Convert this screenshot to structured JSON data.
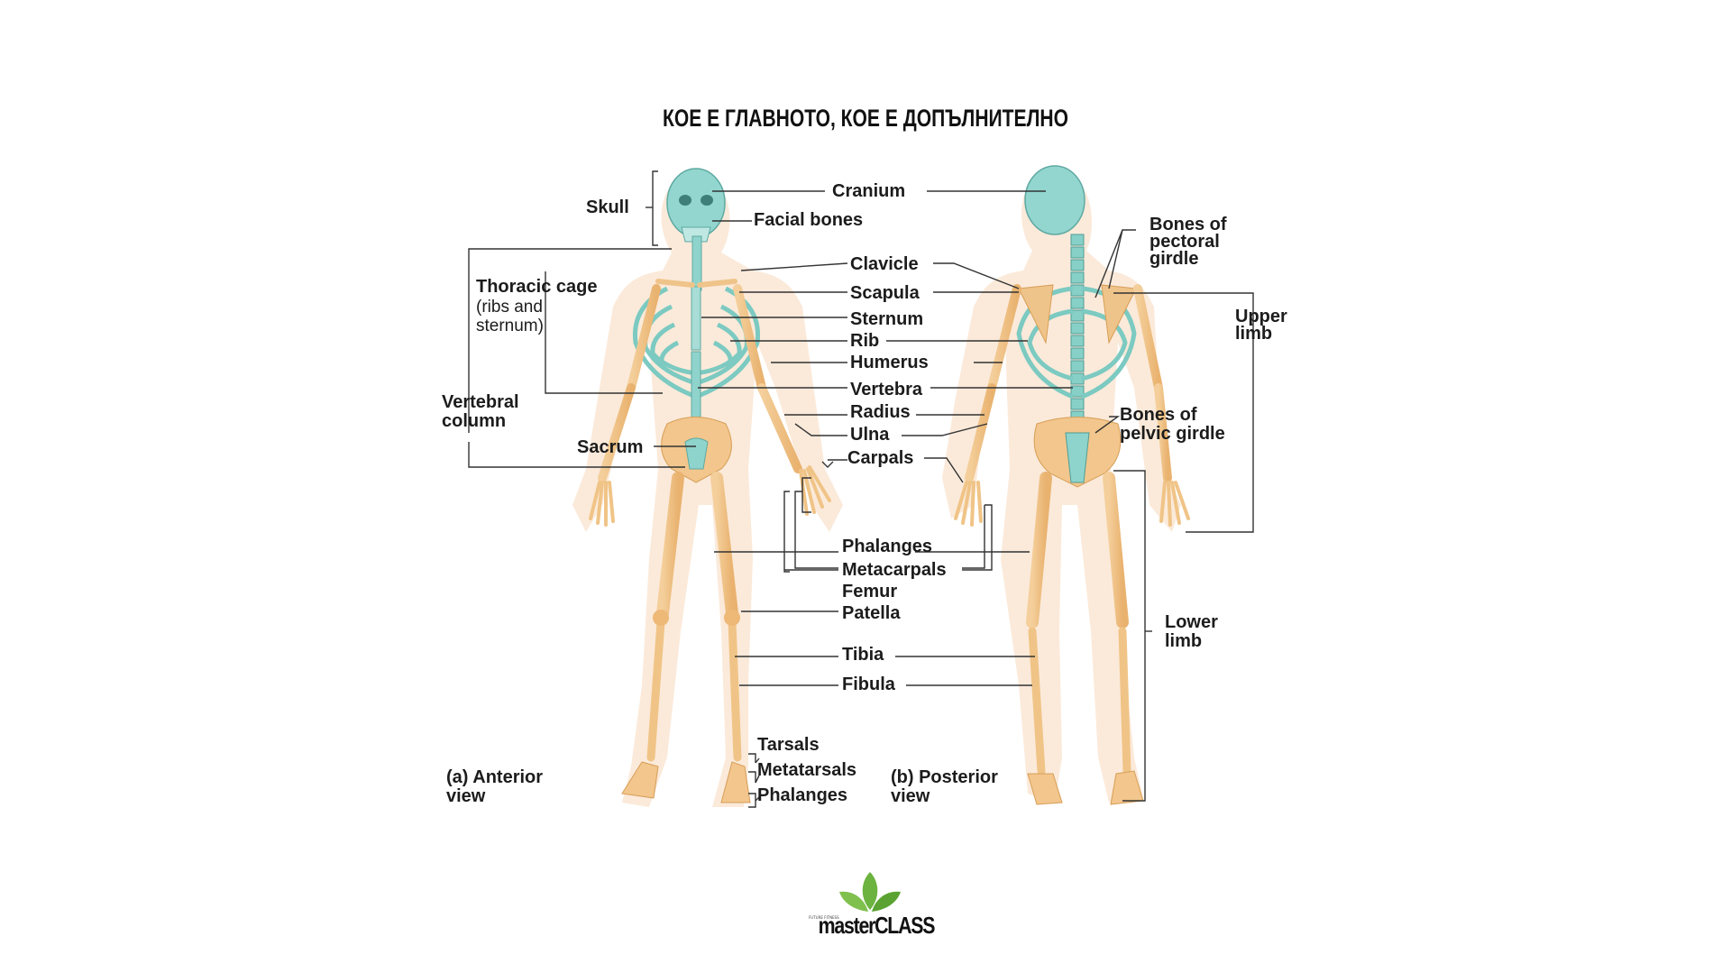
{
  "title": "КОЕ Е ГЛАВНОТО, КОЕ Е ДОПЪЛНИТЕЛНО",
  "labels": {
    "skull": "Skull",
    "cranium": "Cranium",
    "facial_bones": "Facial bones",
    "thoracic_cage": "Thoracic cage",
    "ribs_and_sternum": "(ribs and\nsternum)",
    "clavicle": "Clavicle",
    "scapula": "Scapula",
    "sternum": "Sternum",
    "rib": "Rib",
    "humerus": "Humerus",
    "vertebral_column": "Vertebral\ncolumn",
    "vertebra": "Vertebra",
    "radius": "Radius",
    "ulna": "Ulna",
    "sacrum": "Sacrum",
    "carpals": "Carpals",
    "phalanges_hand": "Phalanges",
    "metacarpals": "Metacarpals",
    "femur": "Femur",
    "patella": "Patella",
    "tibia": "Tibia",
    "fibula": "Fibula",
    "tarsals": "Tarsals",
    "metatarsals": "Metatarsals",
    "phalanges_foot": "Phalanges",
    "bones_pectoral_girdle": "Bones of\npectoral\ngirdle",
    "upper_limb": "Upper\nlimb",
    "bones_pelvic_girdle": "Bones of\npelvic girdle",
    "lower_limb": "Lower\nlimb",
    "anterior_view": "(a) Anterior\n      view",
    "posterior_view": "(b) Posterior\n      view"
  },
  "logo": {
    "text": "masterCLASS",
    "tagline": "FUTURE FITNESS"
  },
  "colors": {
    "axial_bone": "#8fd4cc",
    "appendicular_bone": "#f2c68c",
    "body_silhouette": "#fbe6d2",
    "leader_line": "#333333",
    "logo_leaf": "#6cb33f"
  }
}
